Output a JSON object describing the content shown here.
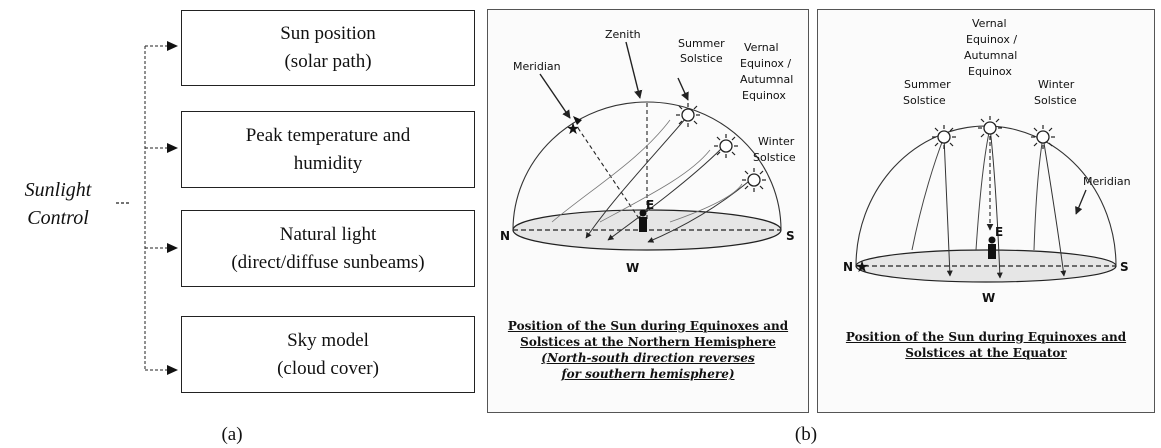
{
  "left_panel": {
    "side_label_line1": "Sunlight",
    "side_label_line2": "Control",
    "boxes": [
      {
        "line1": "Sun position",
        "line2": "(solar path)"
      },
      {
        "line1": "Peak temperature and",
        "line2": "humidity"
      },
      {
        "line1": "Natural light",
        "line2": "(direct/diffuse sunbeams)"
      },
      {
        "line1": "Sky model",
        "line2": "(cloud cover)"
      }
    ],
    "caption": "(a)"
  },
  "right_caption": "(b)",
  "northern": {
    "labels": {
      "zenith": "Zenith",
      "meridian": "Meridian",
      "summer_1": "Summer",
      "summer_2": "Solstice",
      "vernal_1": "Vernal",
      "vernal_2": "Equinox /",
      "vernal_3": "Autumnal",
      "vernal_4": "Equinox",
      "winter_1": "Winter",
      "winter_2": "Solstice",
      "n": "N",
      "s": "S",
      "e": "E",
      "w": "W"
    },
    "caption_line1": "Position of the Sun during Equinoxes and",
    "caption_line2": "Solstices at the Northern Hemisphere",
    "caption_line3": "(North-south direction reverses",
    "caption_line4": "for southern hemisphere)"
  },
  "equator": {
    "labels": {
      "vernal_1": "Vernal",
      "vernal_2": "Equinox /",
      "vernal_3": "Autumnal",
      "vernal_4": "Equinox",
      "summer_1": "Summer",
      "summer_2": "Solstice",
      "winter_1": "Winter",
      "winter_2": "Solstice",
      "meridian": "Meridian",
      "n": "N",
      "s": "S",
      "e": "E",
      "w": "W"
    },
    "caption_line1": "Position of the Sun during Equinoxes and",
    "caption_line2": "Solstices at the Equator"
  },
  "colors": {
    "line": "#222222",
    "ellipse_fill": "#e6e6e6",
    "panel_bg": "#fbfbfb"
  }
}
